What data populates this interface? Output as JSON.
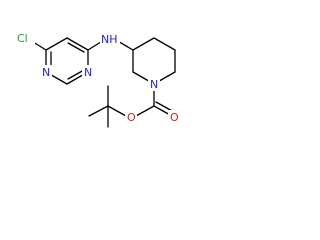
{
  "molecule": {
    "atoms": {
      "cl": "Cl",
      "n_ring1": "N",
      "n_ring2": "N",
      "nh": "NH",
      "n_pip": "N",
      "o_carbonyl": "O",
      "o_ester": "O"
    }
  },
  "colors": {
    "bond": "#000000",
    "chlorine": "#1f9e3a",
    "nitrogen": "#2424d6",
    "oxygen": "#d62424",
    "background": "#ffffff"
  }
}
